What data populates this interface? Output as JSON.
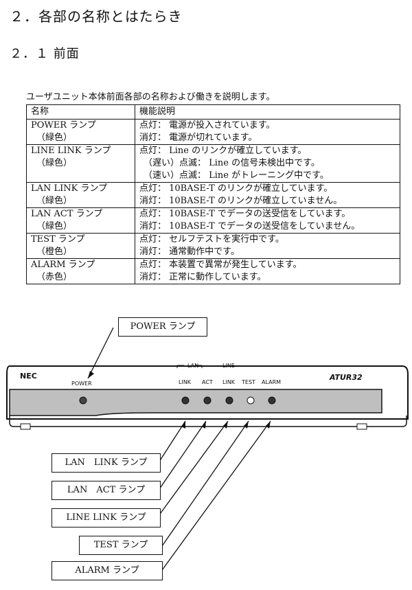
{
  "heading": "２．各部の名称とはたらき",
  "subheading": "２．１ 前面",
  "intro": "ユーザユニット本体前面各部の名称および働きを説明します。",
  "table": {
    "headers": [
      "名称",
      "機能説明"
    ],
    "rows": [
      {
        "name": "POWER ランプ",
        "color": "（緑色）",
        "lines": [
          "点灯： 電源が投入されています。",
          "消灯： 電源が切れています。"
        ]
      },
      {
        "name": "LINE LINK ランプ",
        "color": "（緑色）",
        "lines": [
          "点灯： Line のリンクが確立しています。",
          "（遅い）点滅： Line の信号未検出中です。",
          "（速い）点滅： Line がトレーニング中です。"
        ]
      },
      {
        "name": "LAN LINK ランプ",
        "color": "（緑色）",
        "lines": [
          "点灯： 10BASE-T のリンクが確立しています。",
          "消灯： 10BASE-T のリンクが確立していません。"
        ]
      },
      {
        "name": "LAN ACT ランプ",
        "color": "（緑色）",
        "lines": [
          "点灯： 10BASE-T でデータの送受信をしています。",
          "消灯： 10BASE-T でデータの送受信をしていません。"
        ]
      },
      {
        "name": "TEST ランプ",
        "color": "（橙色）",
        "lines": [
          "点灯： セルフテストを実行中です。",
          "消灯： 通常動作中です。"
        ]
      },
      {
        "name": "ALARM ランプ",
        "color": "（赤色）",
        "lines": [
          "点灯： 本装置で異常が発生しています。",
          "消灯： 正常に動作しています。"
        ]
      }
    ]
  },
  "device": {
    "brand": "NEC",
    "model": "ATUR32",
    "power_label": "POWER",
    "lan_group": "LAN",
    "line_group": "LINE",
    "led_labels": [
      "LINK",
      "ACT",
      "LINK",
      "TEST",
      "ALARM"
    ]
  },
  "callouts": {
    "power": "POWER ランプ",
    "lan_link": "LAN　LINK ランプ",
    "lan_act": "LAN　ACT ランプ",
    "line_link": "LINE LINK ランプ",
    "test": "TEST ランプ",
    "alarm": "ALARM ランプ"
  }
}
